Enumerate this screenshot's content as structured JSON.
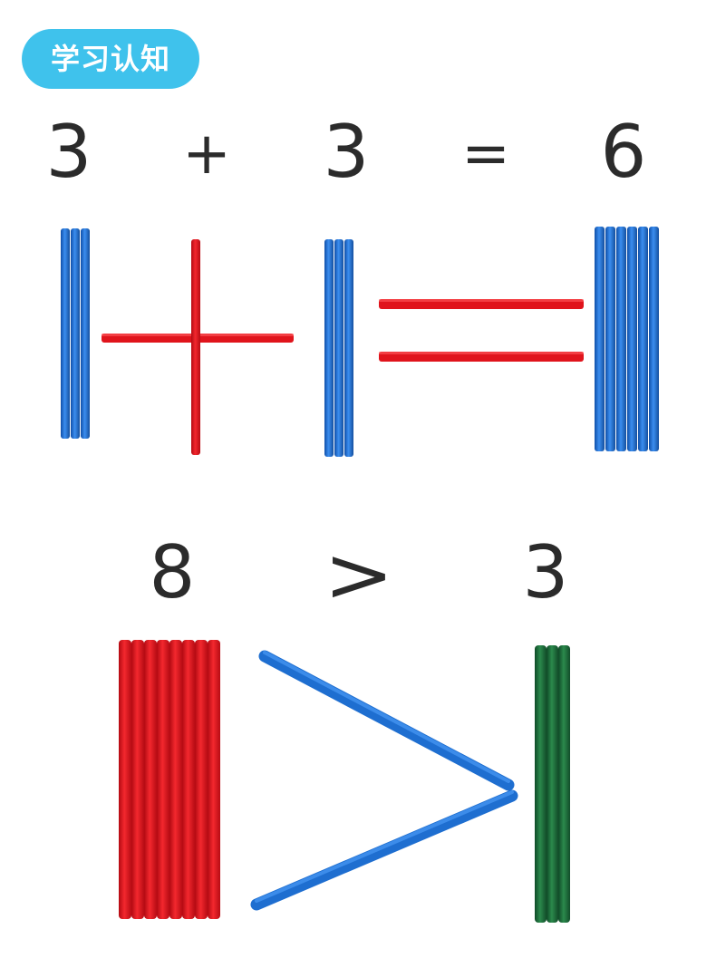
{
  "badge": {
    "label": "学习认知"
  },
  "equation1": {
    "left": "3",
    "operator": "+",
    "right": "3",
    "equals": "=",
    "result": "6"
  },
  "equation2": {
    "left": "8",
    "operator": ">",
    "right": "3"
  },
  "colors": {
    "badge": "#3fc2ec",
    "blue_stick": "#1e6ed0",
    "red_stick": "#e0141c",
    "green_stick": "#1e6a3a",
    "text": "#2b2b2b"
  }
}
